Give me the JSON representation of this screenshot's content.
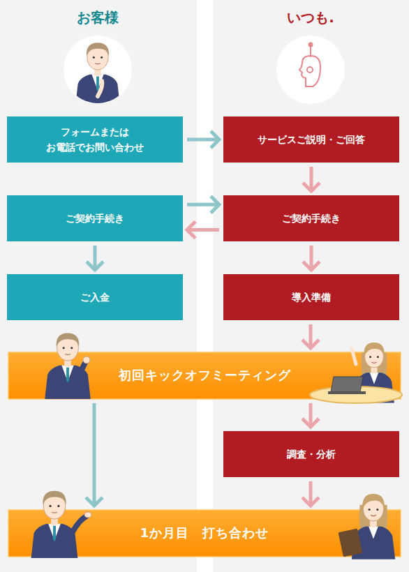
{
  "diagram": {
    "nodes": [
      {
        "text": [
          "フォームまたは お電話でお問い合わせ"
        ]
      },
      {
        "text": [
          "サービスご説明・ご回答"
        ]
      },
      {
        "text": [
          "ご契約手続き"
        ]
      },
      {
        "text": [
          "ご契約手続き"
        ]
      },
      {
        "text": [
          "ご入金"
        ]
      },
      {
        "text": [
          "導入準備"
        ]
      },
      {
        "text": [
          "初回キックオフミーティング"
        ]
      },
      {
        "text": [
          "調査・分析"
        ]
      },
      {
        "text": [
          "1か月目　打ち合わせ"
        ]
      }
    ],
    "edges": [
      {
        "from": 0,
        "to": 1,
        "arrow": "to"
      },
      {
        "from": 1,
        "to": 3,
        "arrow": "to"
      },
      {
        "from": 2,
        "to": 3,
        "arrow": "to"
      },
      {
        "from": 3,
        "to": 2,
        "arrow": "to"
      },
      {
        "from": 2,
        "to": 4,
        "arrow": "to"
      },
      {
        "from": 3,
        "to": 5,
        "arrow": "to"
      },
      {
        "from": 5,
        "to": 6,
        "arrow": "to"
      },
      {
        "from": 6,
        "to": 8,
        "arrow": "to"
      },
      {
        "from": 6,
        "to": 7,
        "arrow": "to"
      },
      {
        "from": 7,
        "to": 8,
        "arrow": "to"
      }
    ],
    "labels": [
      "お客様",
      "いつも."
    ]
  }
}
